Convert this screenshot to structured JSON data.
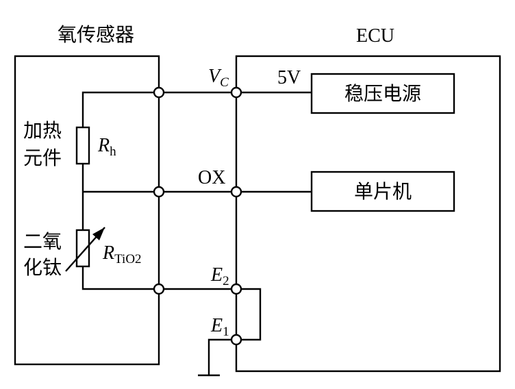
{
  "sensor": {
    "title": "氧传感器",
    "heater_label_line1": "加热",
    "heater_label_line2": "元件",
    "heater_symbol": "R",
    "heater_symbol_sub": "h",
    "tio2_label_line1": "二氧",
    "tio2_label_line2": "化钛",
    "tio2_symbol": "R",
    "tio2_symbol_sub": "TiO2"
  },
  "ecu": {
    "title": "ECU",
    "supply_voltage": "5V",
    "regulator_label": "稳压电源",
    "mcu_label": "单片机"
  },
  "terminals": {
    "vc": "V",
    "vc_sub": "C",
    "ox": "OX",
    "e2": "E",
    "e2_sub": "2",
    "e1": "E",
    "e1_sub": "1"
  }
}
